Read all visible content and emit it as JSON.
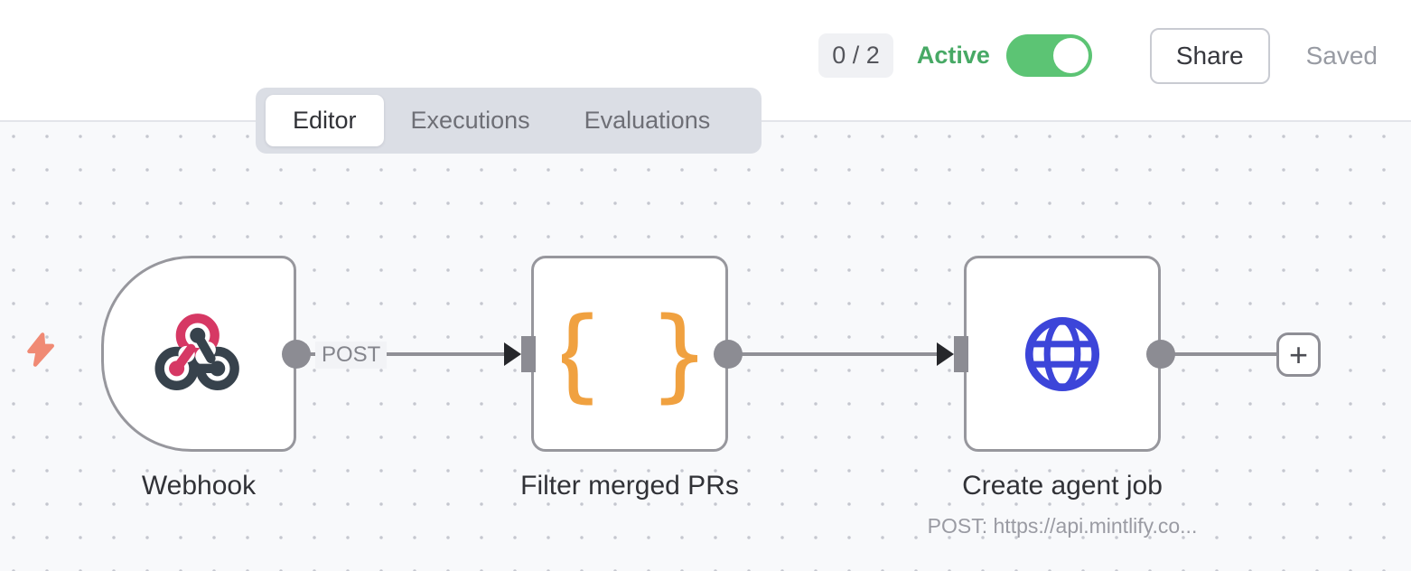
{
  "colors": {
    "active_green": "#47a965",
    "toggle_green": "#5cc474",
    "webhook_pink": "#d63864",
    "webhook_dark": "#37424c",
    "code_orange": "#f0a140",
    "globe_blue": "#3c45d9",
    "bolt_coral": "#f08a74",
    "connector_gray": "#8c8c93",
    "canvas_bg": "#f8f9fb"
  },
  "topbar": {
    "execution_count": "0 / 2",
    "active_label": "Active",
    "toggle_state": "on",
    "share_label": "Share",
    "saved_status": "Saved"
  },
  "tabs": {
    "editor": "Editor",
    "executions": "Executions",
    "evaluations": "Evaluations",
    "selected": "Editor"
  },
  "workflow": {
    "nodes": [
      {
        "title": "Webhook",
        "type": "webhook-trigger"
      },
      {
        "title": "Filter merged PRs",
        "type": "code",
        "icon_glyph": "{ }"
      },
      {
        "title": "Create agent job",
        "type": "http-request",
        "subtitle": "POST: https://api.mintlify.co..."
      }
    ],
    "connection_label": "POST",
    "add_node_label": "+"
  }
}
